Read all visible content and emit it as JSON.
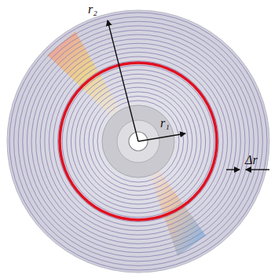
{
  "diagram": {
    "labels": [
      "r₂",
      "r₁",
      "Δr"
    ]
  }
}
